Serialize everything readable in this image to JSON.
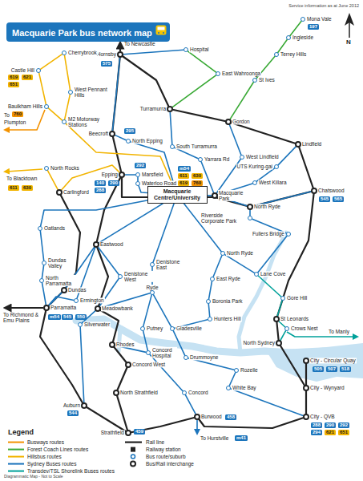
{
  "diagram": {
    "title": "Macquarie Park bus network map",
    "nodes": [
      {
        "text": [
          "Mona Vale"
        ]
      },
      {
        "text": [
          "197"
        ]
      },
      {
        "text": [
          "Hornsby"
        ]
      },
      {
        "text": [
          "Hospital"
        ]
      },
      {
        "text": [
          "Ingleside"
        ]
      },
      {
        "text": [
          "575"
        ]
      },
      {
        "text": [
          "Terrey Hills"
        ]
      },
      {
        "text": [
          "Cherrybrook"
        ]
      },
      {
        "text": [
          "Castle Hill"
        ]
      },
      {
        "text": [
          "619"
        ]
      },
      {
        "text": [
          "621"
        ]
      },
      {
        "text": [
          "651"
        ]
      },
      {
        "text": [
          "East Wahroonga"
        ]
      },
      {
        "text": [
          "St Ives"
        ]
      },
      {
        "text": [
          "West Pennant Hills"
        ]
      },
      {
        "text": [
          "Turramurra"
        ]
      },
      {
        "text": [
          "Baulkham Hills"
        ]
      },
      {
        "text": [
          "760"
        ]
      },
      {
        "text": [
          "Gordon"
        ]
      },
      {
        "text": [
          "M2 Motorway Stations"
        ]
      },
      {
        "text": [
          "Beecroft"
        ]
      },
      {
        "text": [
          "295"
        ]
      },
      {
        "text": [
          "North Epping"
        ]
      },
      {
        "text": [
          "Lindfield"
        ]
      },
      {
        "text": [
          "South Turramurra"
        ]
      },
      {
        "text": [
          "West Lindfield"
        ]
      },
      {
        "text": [
          "Yarrara Rd"
        ]
      },
      {
        "text": [
          "UTS Kuring-gai"
        ]
      },
      {
        "text": [
          "292"
        ]
      },
      {
        "text": [
          "North Rocks"
        ]
      },
      {
        "text": [
          "Epping"
        ]
      },
      {
        "text": [
          "Marsfield"
        ]
      },
      {
        "text": [
          "611"
        ]
      },
      {
        "text": [
          "630"
        ]
      },
      {
        "text": [
          "140"
        ]
      },
      {
        "text": [
          "290"
        ]
      },
      {
        "text": [
          "m54"
        ]
      },
      {
        "text": [
          "611"
        ]
      },
      {
        "text": [
          "630"
        ]
      },
      {
        "text": [
          "619"
        ]
      },
      {
        "text": [
          "760"
        ]
      },
      {
        "text": [
          "West Killara"
        ]
      },
      {
        "text": [
          "Waterloo Road"
        ]
      },
      {
        "text": [
          "288"
        ]
      },
      {
        "text": [
          "Carlingford"
        ]
      },
      {
        "text": [
          "Chatswood"
        ]
      },
      {
        "text": [
          "545"
        ]
      },
      {
        "text": [
          "565"
        ]
      },
      {
        "text": [
          "Macquarie Centre/University"
        ]
      },
      {
        "text": [
          "Macquarie Park"
        ]
      },
      {
        "text": [
          "North Ryde"
        ]
      },
      {
        "text": [
          "Riverside Corporate Park"
        ]
      },
      {
        "text": [
          "Oatlands"
        ]
      },
      {
        "text": [
          "Fullers Bridge"
        ]
      },
      {
        "text": [
          "Eastwood"
        ]
      },
      {
        "text": [
          "North Ryde"
        ]
      },
      {
        "text": [
          "Dundas Valley"
        ]
      },
      {
        "text": [
          "Denistone East"
        ]
      },
      {
        "text": [
          "Lane Cove"
        ]
      },
      {
        "text": [
          "Denistone West"
        ]
      },
      {
        "text": [
          "East Ryde"
        ]
      },
      {
        "text": [
          "North Parramatta"
        ]
      },
      {
        "text": [
          "Dundas"
        ]
      },
      {
        "text": [
          "Ryde"
        ]
      },
      {
        "text": [
          "Ermington"
        ]
      },
      {
        "text": [
          "Gore Hill"
        ]
      },
      {
        "text": [
          "Boronia Park"
        ]
      },
      {
        "text": [
          "Parramatta"
        ]
      },
      {
        "text": [
          "Meadowbank"
        ]
      },
      {
        "text": [
          "m54"
        ]
      },
      {
        "text": [
          "545"
        ]
      },
      {
        "text": [
          "550"
        ]
      },
      {
        "text": [
          "Hunters Hill"
        ]
      },
      {
        "text": [
          "St Leonards"
        ]
      },
      {
        "text": [
          "Silverwater"
        ]
      },
      {
        "text": [
          "Putney"
        ]
      },
      {
        "text": [
          "Gladesville"
        ]
      },
      {
        "text": [
          "Crows Nest"
        ]
      },
      {
        "text": [
          "North Sydney"
        ]
      },
      {
        "text": [
          "Rhodes"
        ]
      },
      {
        "text": [
          "Concord Hospital"
        ]
      },
      {
        "text": [
          "Drummoyne"
        ]
      },
      {
        "text": [
          "City - Circular Quay"
        ]
      },
      {
        "text": [
          "505"
        ]
      },
      {
        "text": [
          "507"
        ]
      },
      {
        "text": [
          "518"
        ]
      },
      {
        "text": [
          "Concord West"
        ]
      },
      {
        "text": [
          "Rozelle"
        ]
      },
      {
        "text": [
          "City - Wynyard"
        ]
      },
      {
        "text": [
          "White Bay"
        ]
      },
      {
        "text": [
          "North Strathfield"
        ]
      },
      {
        "text": [
          "Concord"
        ]
      },
      {
        "text": [
          "Auburn"
        ]
      },
      {
        "text": [
          "544"
        ]
      },
      {
        "text": [
          "Burwood"
        ]
      },
      {
        "text": [
          "458"
        ]
      },
      {
        "text": [
          "City - QVB"
        ]
      },
      {
        "text": [
          "288"
        ]
      },
      {
        "text": [
          "290"
        ]
      },
      {
        "text": [
          "292"
        ]
      },
      {
        "text": [
          "294"
        ]
      },
      {
        "text": [
          "621"
        ]
      },
      {
        "text": [
          "651"
        ]
      },
      {
        "text": [
          "Strathfield"
        ]
      },
      {
        "text": [
          "459"
        ]
      },
      {
        "text": [
          "m41"
        ]
      }
    ],
    "edges": [
      {
        "from": 2,
        "to": 3,
        "arrow": "none"
      },
      {
        "from": 3,
        "to": 12,
        "arrow": "none"
      },
      {
        "from": 12,
        "to": 15,
        "arrow": "none"
      },
      {
        "from": 0,
        "to": 4,
        "arrow": "none"
      },
      {
        "from": 4,
        "to": 6,
        "arrow": "none"
      },
      {
        "from": 6,
        "to": 13,
        "arrow": "none"
      },
      {
        "from": 13,
        "to": 18,
        "arrow": "none"
      },
      {
        "from": 15,
        "to": 24,
        "arrow": "none"
      },
      {
        "from": 24,
        "to": 26,
        "arrow": "none"
      },
      {
        "from": 26,
        "to": 49,
        "arrow": "none"
      },
      {
        "from": 18,
        "to": 25,
        "arrow": "none"
      },
      {
        "from": 25,
        "to": 49,
        "arrow": "none"
      },
      {
        "from": 23,
        "to": 27,
        "arrow": "none"
      },
      {
        "from": 27,
        "to": 41,
        "arrow": "none"
      },
      {
        "from": 41,
        "to": 49,
        "arrow": "none"
      },
      {
        "from": 8,
        "to": 7,
        "arrow": "none"
      },
      {
        "from": 7,
        "to": 14,
        "arrow": "none"
      },
      {
        "from": 14,
        "to": 19,
        "arrow": "none"
      },
      {
        "from": 8,
        "to": 16,
        "arrow": "none"
      },
      {
        "from": 16,
        "to": 19,
        "arrow": "none"
      },
      {
        "from": 19,
        "to": 48,
        "arrow": "none"
      },
      {
        "from": 2,
        "to": 20,
        "arrow": "none"
      },
      {
        "from": 20,
        "to": 22,
        "arrow": "none"
      },
      {
        "from": 22,
        "to": 48,
        "arrow": "none"
      },
      {
        "from": 29,
        "to": 44,
        "arrow": "none"
      },
      {
        "from": 44,
        "to": 30,
        "arrow": "none"
      },
      {
        "from": 30,
        "to": 31,
        "arrow": "none"
      },
      {
        "from": 31,
        "to": 42,
        "arrow": "none"
      },
      {
        "from": 42,
        "to": 48,
        "arrow": "none"
      },
      {
        "from": 48,
        "to": 49,
        "arrow": "none"
      },
      {
        "from": 49,
        "to": 50,
        "arrow": "none"
      },
      {
        "from": 50,
        "to": 51,
        "arrow": "none"
      },
      {
        "from": 51,
        "to": 53,
        "arrow": "none"
      },
      {
        "from": 53,
        "to": 58,
        "arrow": "none"
      },
      {
        "from": 58,
        "to": 65,
        "arrow": "none"
      },
      {
        "from": 65,
        "to": 73,
        "arrow": "none"
      },
      {
        "from": 73,
        "to": 77,
        "arrow": "none"
      },
      {
        "from": 77,
        "to": 78,
        "arrow": "none"
      },
      {
        "from": 50,
        "to": 45,
        "arrow": "none"
      },
      {
        "from": 48,
        "to": 54,
        "arrow": "none"
      },
      {
        "from": 54,
        "to": 59,
        "arrow": "none"
      },
      {
        "from": 59,
        "to": 68,
        "arrow": "none"
      },
      {
        "from": 48,
        "to": 55,
        "arrow": "none"
      },
      {
        "from": 55,
        "to": 60,
        "arrow": "none"
      },
      {
        "from": 60,
        "to": 66,
        "arrow": "none"
      },
      {
        "from": 66,
        "to": 72,
        "arrow": "none"
      },
      {
        "from": 72,
        "to": 76,
        "arrow": "none"
      },
      {
        "from": 55,
        "to": 58,
        "arrow": "none"
      },
      {
        "from": 48,
        "to": 57,
        "arrow": "none"
      },
      {
        "from": 57,
        "to": 63,
        "arrow": "none"
      },
      {
        "from": 63,
        "to": 75,
        "arrow": "none"
      },
      {
        "from": 63,
        "to": 76,
        "arrow": "none"
      },
      {
        "from": 76,
        "to": 81,
        "arrow": "none"
      },
      {
        "from": 81,
        "to": 87,
        "arrow": "none"
      },
      {
        "from": 87,
        "to": 89,
        "arrow": "none"
      },
      {
        "from": 89,
        "to": 96,
        "arrow": "none"
      },
      {
        "from": 75,
        "to": 80,
        "arrow": "none"
      },
      {
        "from": 80,
        "to": 91,
        "arrow": "none"
      },
      {
        "from": 91,
        "to": 94,
        "arrow": "none"
      },
      {
        "from": 79,
        "to": 80,
        "arrow": "none"
      },
      {
        "from": 63,
        "to": 68,
        "arrow": "none"
      },
      {
        "from": 54,
        "to": 64,
        "arrow": "none"
      },
      {
        "from": 64,
        "to": 67,
        "arrow": "none"
      },
      {
        "from": 48,
        "to": 52,
        "arrow": "none"
      },
      {
        "from": 52,
        "to": 56,
        "arrow": "none"
      },
      {
        "from": 56,
        "to": 61,
        "arrow": "none"
      },
      {
        "from": 61,
        "to": 67,
        "arrow": "none"
      },
      {
        "from": 54,
        "to": 62,
        "arrow": "none"
      },
      {
        "from": 62,
        "to": 67,
        "arrow": "none"
      },
      {
        "from": 68,
        "to": 74,
        "arrow": "none"
      },
      {
        "from": 74,
        "to": 92,
        "arrow": "none"
      }
    ],
    "labels": [
      "Service information as at June 2012",
      "N",
      "To Newcastle",
      "To",
      "Plumpton",
      "To Blacktown",
      "To Richmond & Emu Plains",
      "To Manly",
      "To Hurstville",
      "Legend",
      "Diagrammatic Map - Not to Scale"
    ],
    "legend": [
      {
        "text": "Busways routes"
      },
      {
        "text": "Forest Coach Lines routes"
      },
      {
        "text": "Hillsbus routes"
      },
      {
        "text": "Sydney Buses routes"
      },
      {
        "text": "Transdev/TSL Shorelink Buses routes"
      },
      {
        "text": "Rail line"
      },
      {
        "text": "Railway station"
      },
      {
        "text": "Bus route/suburb"
      },
      {
        "text": "Bus/Rail interchange"
      }
    ]
  }
}
